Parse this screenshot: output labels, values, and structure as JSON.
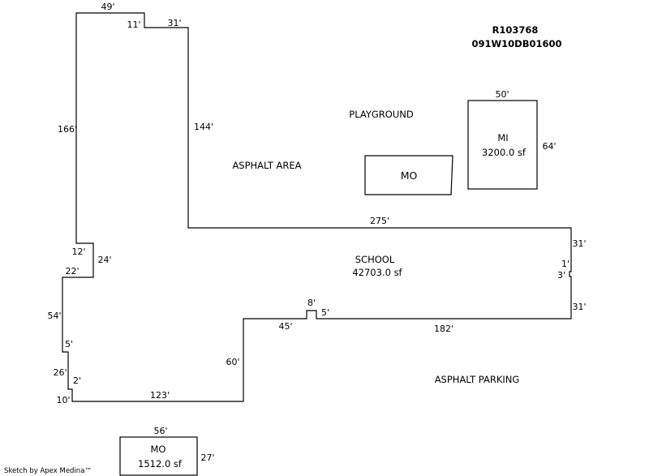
{
  "header": {
    "parcel_id": "R103768",
    "map_number": "091W10DB01600"
  },
  "credit": "Sketch by Apex Medina™",
  "main_building": {
    "name": "SCHOOL",
    "area": "42703.0 sf",
    "dimensions": [
      "49'",
      "11'",
      "31'",
      "144'",
      "275'",
      "31'",
      "1'",
      "3'",
      "31'",
      "182'",
      "5'",
      "8'",
      "45'",
      "60'",
      "123'",
      "10'",
      "2'",
      "26'",
      "5'",
      "54'",
      "22'",
      "24'",
      "12'",
      "166'"
    ]
  },
  "areas": {
    "playground": "PLAYGROUND",
    "asphalt_area": "ASPHALT AREA",
    "asphalt_parking": "ASPHALT PARKING"
  },
  "mo_upper": {
    "name": "MO"
  },
  "mi_building": {
    "name": "MI",
    "area": "3200.0 sf",
    "width": "50'",
    "height": "64'"
  },
  "mo_lower": {
    "name": "MO",
    "area": "1512.0 sf",
    "width": "56'",
    "height": "27'"
  }
}
